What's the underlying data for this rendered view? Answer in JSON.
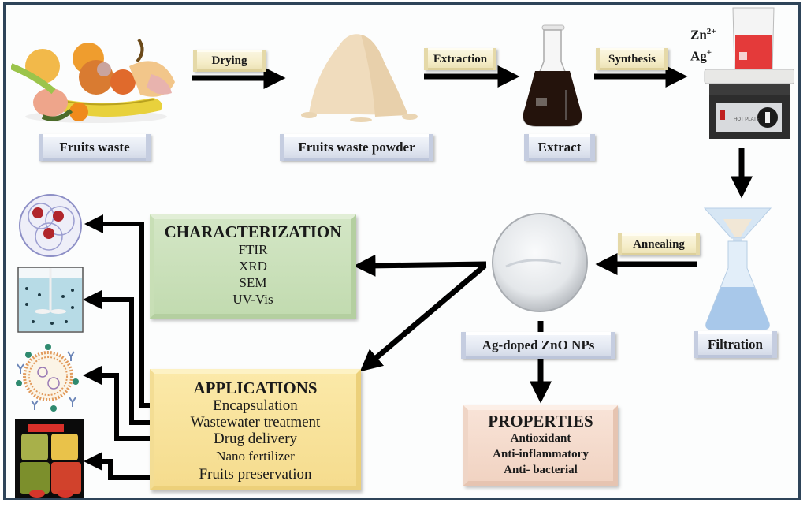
{
  "colors": {
    "frame_border": "#2e4459",
    "arrow": "#000000",
    "characterization_fill": "#c8dfb6",
    "applications_fill": "#f7e09a",
    "properties_fill": "#f4d9ca",
    "step_label_fill": "#e3e8f2",
    "process_label_fill": "#f5edc8"
  },
  "top_row": {
    "fruits_waste": {
      "label": "Fruits waste",
      "image": "fruit-peels-image"
    },
    "drying": {
      "label": "Drying"
    },
    "fruits_waste_powder": {
      "label": "Fruits waste powder",
      "image": "powder-pile-image"
    },
    "extraction": {
      "label": "Extraction"
    },
    "extract": {
      "label": "Extract",
      "image": "erlenmeyer-flask-image"
    },
    "synthesis": {
      "label": "Synthesis"
    },
    "hot_plate": {
      "image": "beaker-on-hot-plate-image",
      "ions": [
        {
          "symbol": "Zn",
          "charge": "2+"
        },
        {
          "symbol": "Ag",
          "charge": "+"
        }
      ],
      "plate_text": "HOT PLATE"
    }
  },
  "middle_row": {
    "filtration": {
      "label": "Filtration",
      "image": "filtration-funnel-image"
    },
    "annealing": {
      "label": "Annealing"
    },
    "product": {
      "label": "Ag-doped ZnO NPs",
      "image": "nanoparticle-powder-dish-image"
    }
  },
  "characterization": {
    "title": "CHARACTERIZATION",
    "items": [
      "FTIR",
      "XRD",
      "SEM",
      "UV-Vis"
    ]
  },
  "applications": {
    "title": "APPLICATIONS",
    "items": [
      "Encapsulation",
      "Wastewater treatment",
      "Drug delivery",
      "Nano fertilizer",
      "Fruits preservation"
    ]
  },
  "properties": {
    "title": "PROPERTIES",
    "items": [
      "Antioxidant",
      "Anti-inflammatory",
      "Anti- bacterial"
    ]
  },
  "application_icons": [
    {
      "name": "encapsulation-icon"
    },
    {
      "name": "wastewater-tank-icon"
    },
    {
      "name": "drug-delivery-liposome-icon"
    },
    {
      "name": "preserved-fruit-jars-icon"
    }
  ]
}
